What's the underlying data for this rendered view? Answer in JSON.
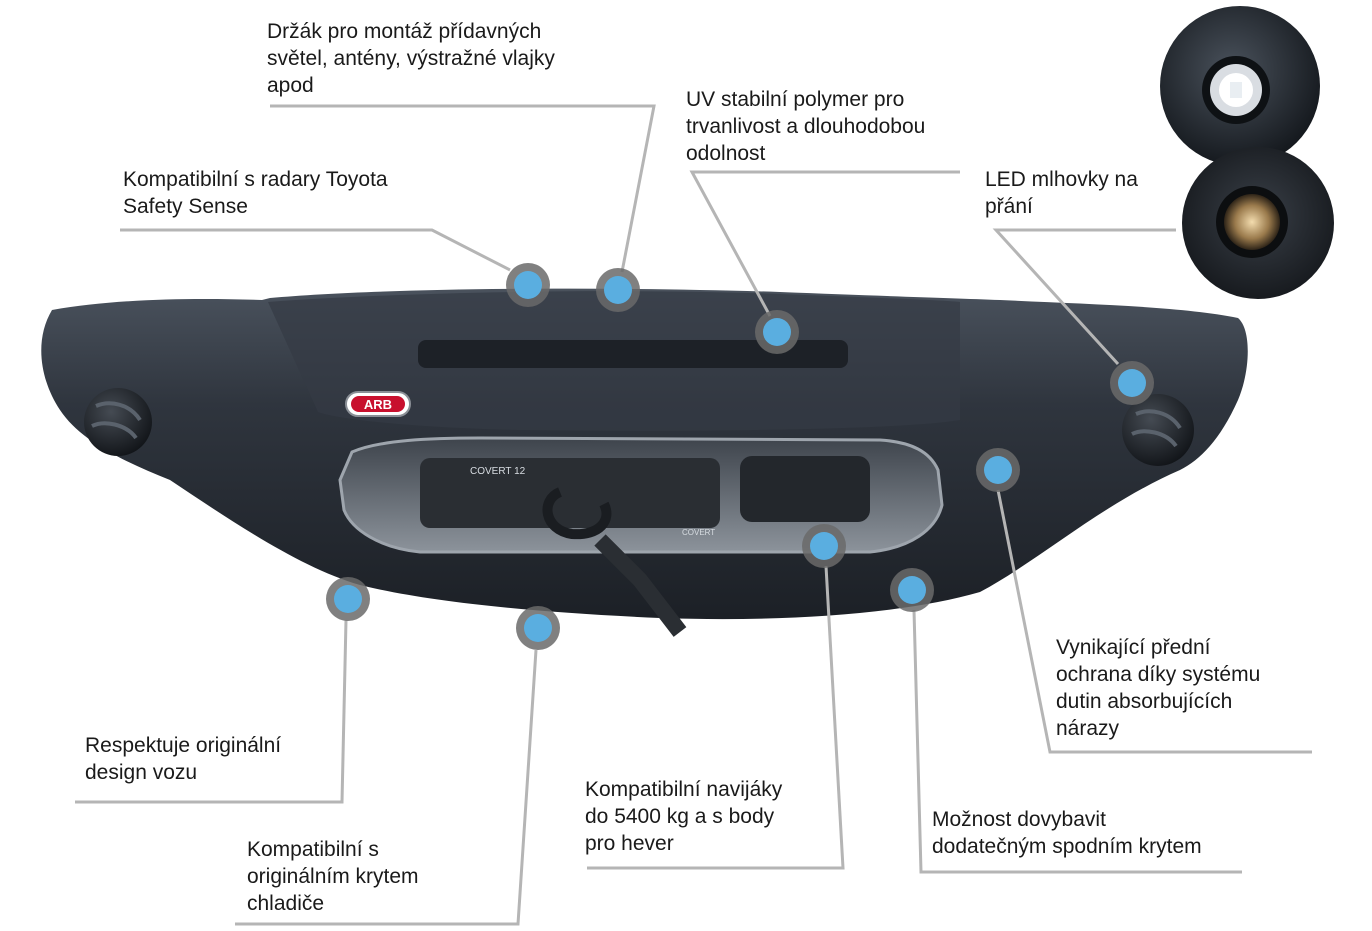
{
  "brand": {
    "logo_text": "ARB",
    "winch_model_text": "COVERT 12",
    "winch_brand_text": "COVERT"
  },
  "colors": {
    "marker_fill": "#5aaee0",
    "marker_ring": "#6a6a6a",
    "leader_line": "#b5b5b5",
    "bumper_body": "#2b323b",
    "logo_red": "#c8102e"
  },
  "callouts": [
    {
      "id": "mount-bracket",
      "text": "Držák pro montáž přídavných\nsvětel, antény, výstražné vlajky\napod"
    },
    {
      "id": "radar",
      "text": "Kompatibilní s radary Toyota\nSafety Sense"
    },
    {
      "id": "uv-polymer",
      "text": "UV stabilní polymer pro\ntrvanlivost a dlouhodobou\nodolnost"
    },
    {
      "id": "led-fog",
      "text": "LED mlhovky na\npřání"
    },
    {
      "id": "front-protection",
      "text": "Vynikající přední\nochrana díky systému\ndutin absorbujících\nnárazy"
    },
    {
      "id": "original-design",
      "text": "Respektuje originální\ndesign vozu"
    },
    {
      "id": "radiator-cover",
      "text": "Kompatibilní s\noriginálním krytem\nchladiče"
    },
    {
      "id": "winch",
      "text": "Kompatibilní navijáky\ndo 5400 kg a s body\npro hever"
    },
    {
      "id": "underbody",
      "text": "Možnost dovybavit\ndodatečným spodním krytem"
    }
  ]
}
